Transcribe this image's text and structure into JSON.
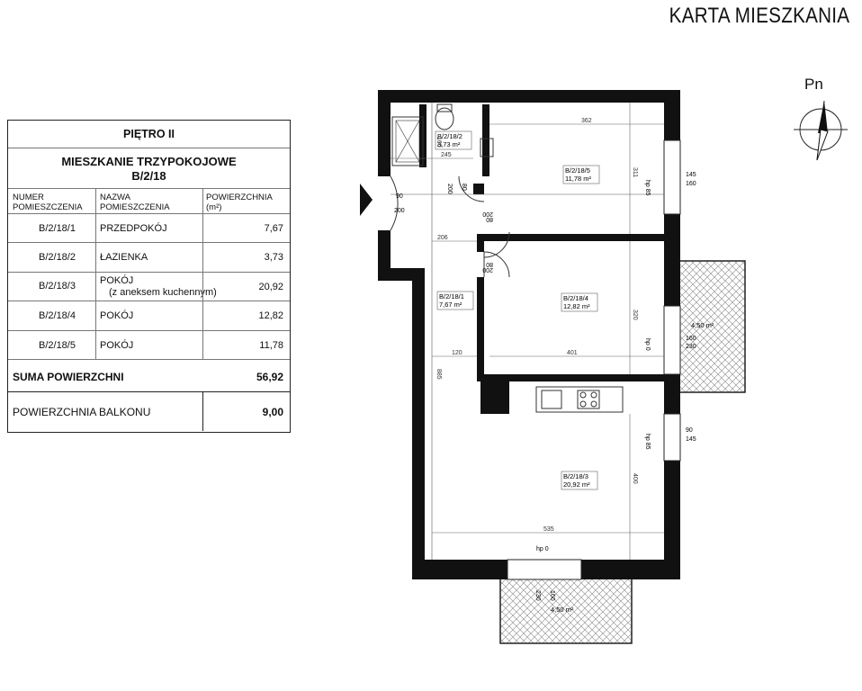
{
  "title": "KARTA MIESZKANIA",
  "north_label": "Pn",
  "table": {
    "floor": "PIĘTRO II",
    "apartment_type": "MIESZKANIE  TRZYPOKOJOWE",
    "apartment_id": "B/2/18",
    "headers": {
      "number": [
        "NUMER",
        "POMIESZCZENIA"
      ],
      "name": [
        "NAZWA",
        "POMIESZCZENIA"
      ],
      "area": [
        "POWIERZCHNIA",
        "(m²)"
      ]
    },
    "rooms": [
      {
        "number": "B/2/18/1",
        "name": "PRZEDPOKÓJ",
        "name2": "",
        "area": "7,67"
      },
      {
        "number": "B/2/18/2",
        "name": "ŁAZIENKA",
        "name2": "",
        "area": "3,73"
      },
      {
        "number": "B/2/18/3",
        "name": "POKÓJ",
        "name2": "(z aneksem kuchennym)",
        "area": "20,92"
      },
      {
        "number": "B/2/18/4",
        "name": "POKÓJ",
        "name2": "",
        "area": "12,82"
      },
      {
        "number": "B/2/18/5",
        "name": "POKÓJ",
        "name2": "",
        "area": "11,78"
      }
    ],
    "total_label": "SUMA POWIERZCHNI",
    "total_value": "56,92",
    "balcony_label": "POWIERZCHNIA BALKONU",
    "balcony_value": "9,00"
  },
  "plan": {
    "room_labels": [
      {
        "id": "B/2/18/2",
        "area": "3,73 m²"
      },
      {
        "id": "B/2/18/5",
        "area": "11,78 m²"
      },
      {
        "id": "B/2/18/1",
        "area": "7,67 m²"
      },
      {
        "id": "B/2/18/4",
        "area": "12,82 m²"
      },
      {
        "id": "B/2/18/3",
        "area": "20,92 m²"
      }
    ],
    "balcony_areas": [
      "4,50 m²",
      "4,50 m²"
    ],
    "dimensions": [
      "362",
      "311",
      "245",
      "160",
      "206",
      "320",
      "401",
      "120",
      "885",
      "400",
      "535"
    ],
    "door_labels": [
      "90",
      "200",
      "200",
      "80",
      "80",
      "200",
      "80",
      "200"
    ],
    "window_labels": [
      {
        "sill": "hp 85",
        "w": "145",
        "h": "160"
      },
      {
        "sill": "hp 0",
        "w": "160",
        "h": "230"
      },
      {
        "sill": "hp 85",
        "w": "90",
        "h": "145"
      },
      {
        "sill": "hp 0",
        "w": "160",
        "h": "230"
      }
    ]
  }
}
